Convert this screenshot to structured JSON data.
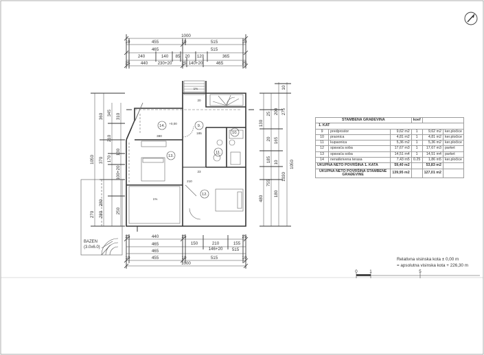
{
  "dimensions": {
    "top": {
      "overall": "1000",
      "row1": [
        "10",
        "455",
        "10",
        "515",
        "10"
      ],
      "row2": [
        "465",
        "515"
      ],
      "row3": [
        "240",
        "140",
        "85",
        "20",
        "120",
        "365"
      ],
      "row4": [
        "25",
        "440",
        "230+20",
        "25",
        "140+20",
        "465",
        "25"
      ]
    },
    "bottom": {
      "row1": [
        "25",
        "440",
        "25",
        "150",
        "210",
        "155",
        "25"
      ],
      "row1_sub": "146+20",
      "row2": [
        "465",
        "515"
      ],
      "row3": [
        "10",
        "455",
        "10",
        "515",
        "10"
      ],
      "overall": "1000"
    },
    "left": {
      "overall": "1050",
      "outer": [
        "360",
        "370",
        "280",
        "310"
      ],
      "inner": [
        "345",
        "210",
        "170",
        "10",
        "130"
      ],
      "lower": [
        "270",
        "280",
        "250"
      ],
      "opening": "100+20"
    },
    "right": {
      "overall": "1050",
      "outer": [
        "10",
        "200",
        "275",
        "1030",
        "755",
        "480"
      ],
      "inner": [
        "25",
        "130",
        "20",
        "165",
        "185",
        "10",
        "180"
      ]
    }
  },
  "rooms": {
    "r9": "9.",
    "r10": "10.",
    "r11": "11.",
    "r12": "12.",
    "r13": "13.",
    "r14": "14.",
    "r14_level": "+0,00",
    "terrace_slope": "1%",
    "stair_slope": "1%",
    "w_dim_1": "380",
    "w_dim_2": "185",
    "w_dim_3": "20",
    "w_dim_4": "210",
    "w_dim_5": "23"
  },
  "pool": {
    "label": "BAZEN",
    "volume": "(3.0x6.0)"
  },
  "area_table": {
    "title": "STAMBENA GRAĐEVINA",
    "koef_header": "koef",
    "section": "1. KAT",
    "rows": [
      {
        "no": "9",
        "name": "predprostor",
        "area": "9,62 m2",
        "koef": "1",
        "net": "9,62 m2",
        "floor": "ker.pločice"
      },
      {
        "no": "10",
        "name": "praonica",
        "area": "4,81 m2",
        "koef": "1",
        "net": "4,81 m2",
        "floor": "ker.pločice"
      },
      {
        "no": "11",
        "name": "kupaonica",
        "area": "5,36 m2",
        "koef": "1",
        "net": "5,36 m2",
        "floor": "ker.pločice"
      },
      {
        "no": "12",
        "name": "spavaća soba",
        "area": "17,67 m3",
        "koef": "1",
        "net": "17,67 m3",
        "floor": "parket"
      },
      {
        "no": "13",
        "name": "spavaća soba",
        "area": "14,51 m4",
        "koef": "1",
        "net": "14,51 m4",
        "floor": "parket"
      },
      {
        "no": "14",
        "name": "nenatkrivena terasa",
        "area": "7,43 m5",
        "koef": "0.25",
        "net": "1,86 m5",
        "floor": "ker.pločice"
      }
    ],
    "total1": {
      "label": "UKUPNA NETO POVRŠINA 1. KATA",
      "area": "59,40 m2",
      "net": "53,83 m2"
    },
    "total2": {
      "label": "UKUPNA NETO POVRŠINA STAMBENE GRAĐEVINE",
      "area": "139,95 m2",
      "net": "127,01 m2"
    }
  },
  "levels": {
    "relative": "Relativna visinska kota ± 0,00 m",
    "absolute": "= apsolutna visinska kota + 226,30 m"
  },
  "scale_bar": {
    "labels": [
      "0",
      "1",
      "5"
    ]
  },
  "colors": {
    "line": "#3a3a3a",
    "light": "#9a9a9a",
    "paper": "#ffffff"
  }
}
